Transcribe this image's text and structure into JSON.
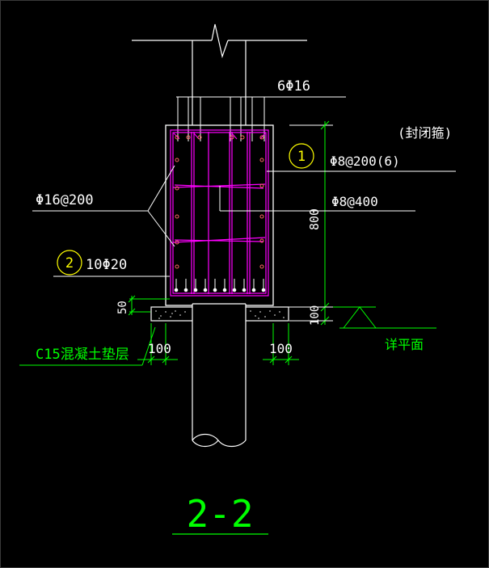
{
  "section_title": "2-2",
  "annotations": {
    "top_bars": "6Φ16",
    "closed_stirrup": "(封闭箍)",
    "stirrup_1": "Φ8@200(6)",
    "tie": "Φ8@400",
    "side_bars": "Φ16@200",
    "bottom_bars": "10Φ20",
    "callout_1": "1",
    "callout_2": "2",
    "pad": "C15混凝土垫层",
    "level": "详平面"
  },
  "dimensions": {
    "height": "800",
    "pad_thickness_left": "50",
    "pad_thickness_right": "100",
    "offset_left": "100",
    "offset_right": "100"
  },
  "colors": {
    "background": "#000000",
    "outline": "#ffffff",
    "rebar": "#ff00ff",
    "leader": "#00ff00",
    "callout": "#ffff00",
    "rebar_dots": "#ff6666"
  }
}
